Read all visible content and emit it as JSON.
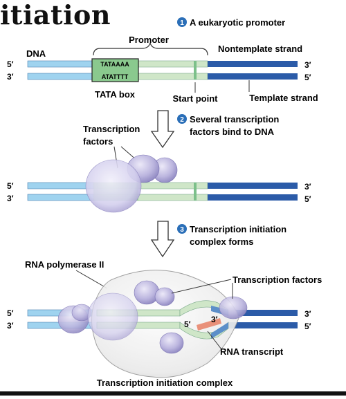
{
  "title": "itiation",
  "steps": [
    {
      "num": "1",
      "label": "A eukaryotic promoter"
    },
    {
      "num": "2",
      "label_line1": "Several transcription",
      "label_line2": "factors bind to DNA"
    },
    {
      "num": "3",
      "label_line1": "Transcription initiation",
      "label_line2": "complex forms"
    }
  ],
  "panel1": {
    "dna": "DNA",
    "promoter": "Promoter",
    "nontemplate": "Nontemplate strand",
    "template": "Template strand",
    "tata_top": "TATAAAA",
    "tata_bottom": "ATATTTT",
    "tata_box": "TATA box",
    "start_point": "Start point",
    "five_prime": "5′",
    "three_prime": "3′"
  },
  "panel2": {
    "tf_line1": "Transcription",
    "tf_line2": "factors"
  },
  "panel3": {
    "rna_pol": "RNA polymerase II",
    "tf": "Transcription factors",
    "rna_transcript": "RNA transcript",
    "complex": "Transcription initiation complex"
  },
  "colors": {
    "light_blue": "#9fd3ef",
    "dark_blue": "#2b5ba8",
    "light_green": "#cfe6c8",
    "mid_green": "#7cc08a",
    "tata_green": "#8ac98e",
    "protein": "#b9b3dc",
    "salmon": "#e9917a",
    "step_circle": "#2b6fb8"
  }
}
